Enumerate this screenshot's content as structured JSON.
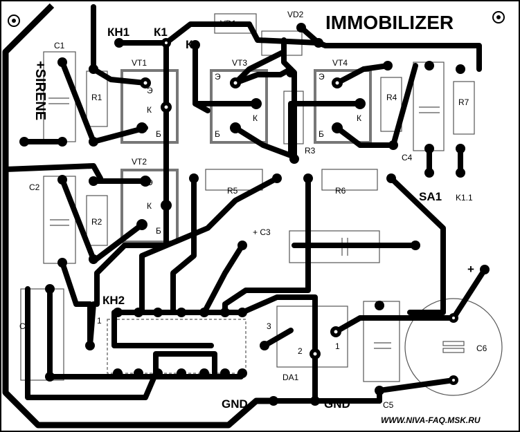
{
  "title": "IMMOBILIZER",
  "website": "WWW.NIVA-FAQ.MSK.RU",
  "labels": {
    "sirene": "+SIRENE",
    "kh1": "КН1",
    "k1_top": "К1",
    "k1_mid": "К1",
    "kh2": "КН2",
    "gnd_left": "GND",
    "gnd_right": "GND",
    "sa1": "SA1",
    "k11": "K1.1",
    "plus_c6": "+",
    "plus_c3": "+ C3",
    "pin1_ic": "1",
    "pin3_da1": "3",
    "pin2_da1": "2",
    "pin1_da1": "1"
  },
  "components": {
    "c1": "C1",
    "r1": "R1",
    "vt1": "VT1",
    "vd1": "VD1",
    "vd2": "VD2",
    "vt3": "VT3",
    "vt4": "VT4",
    "r3": "R3",
    "r4": "R4",
    "c4": "C4",
    "r7": "R7",
    "c2": "C2",
    "r2": "R2",
    "vt2": "VT2",
    "r5": "R5",
    "r6": "R6",
    "c7": "C7",
    "da1": "DA1",
    "c5": "C5",
    "c6": "C6"
  },
  "pins": {
    "vt1": {
      "e": "Э",
      "k": "К",
      "b": "Б"
    },
    "vt2": {
      "e": "Э",
      "k": "К",
      "b": "Б"
    },
    "vt3": {
      "e": "Э",
      "k": "К",
      "b": "Б"
    },
    "vt4": {
      "e": "Э",
      "k": "К",
      "b": "Б"
    }
  },
  "colors": {
    "trace": "#000000",
    "background": "#ffffff",
    "silkscreen": "#555555",
    "package": "#777777"
  }
}
